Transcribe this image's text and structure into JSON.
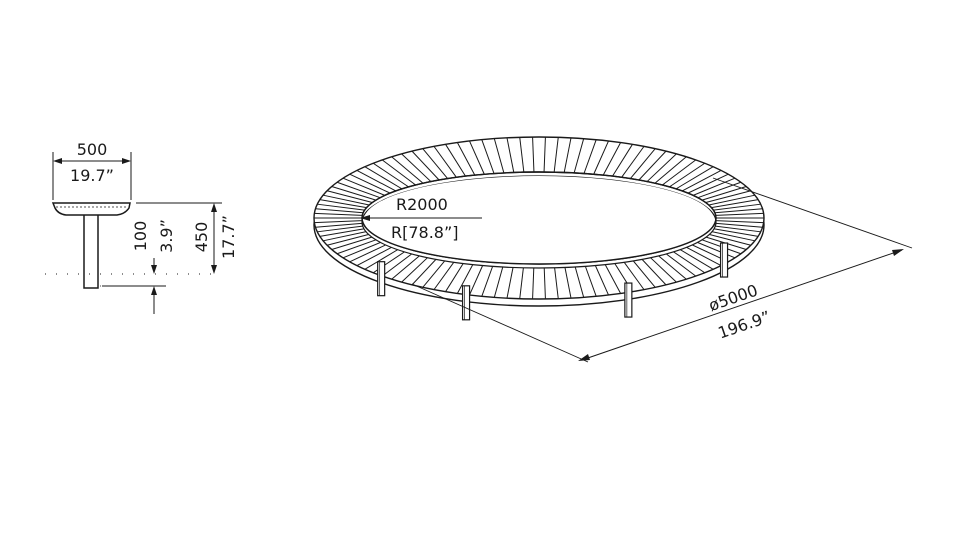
{
  "section": {
    "width_mm": "500",
    "width_in": "19.7”",
    "height_mm": "450",
    "height_in": "17.7”",
    "depth_mm": "100",
    "depth_in": "3.9”"
  },
  "bench": {
    "radius_mm": "R2000",
    "radius_in": "R[78.8”]",
    "diameter_mm": "ø5000",
    "diameter_in": "196.9”"
  },
  "colors": {
    "ink": "#1a1a1a",
    "slat_fill": "#ffffff",
    "background": "#ffffff"
  }
}
